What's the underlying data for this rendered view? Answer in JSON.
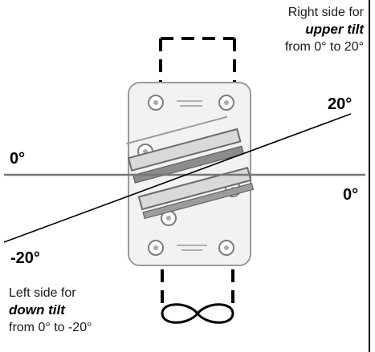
{
  "right_note": {
    "line1": "Right side for",
    "emphasis": "upper tilt",
    "line3": "from 0° to 20°"
  },
  "left_note": {
    "line1": "Left side for",
    "emphasis": "down tilt",
    "line3": "from 0° to -20°"
  },
  "angles": {
    "zero_left": "0°",
    "zero_right": "0°",
    "plus_twenty": "20°",
    "minus_twenty": "-20°"
  },
  "colors": {
    "line": "#000000",
    "plate_fill": "#f2f2f2",
    "plate_stroke": "#9a9a9a",
    "zero_line": "#777777"
  }
}
